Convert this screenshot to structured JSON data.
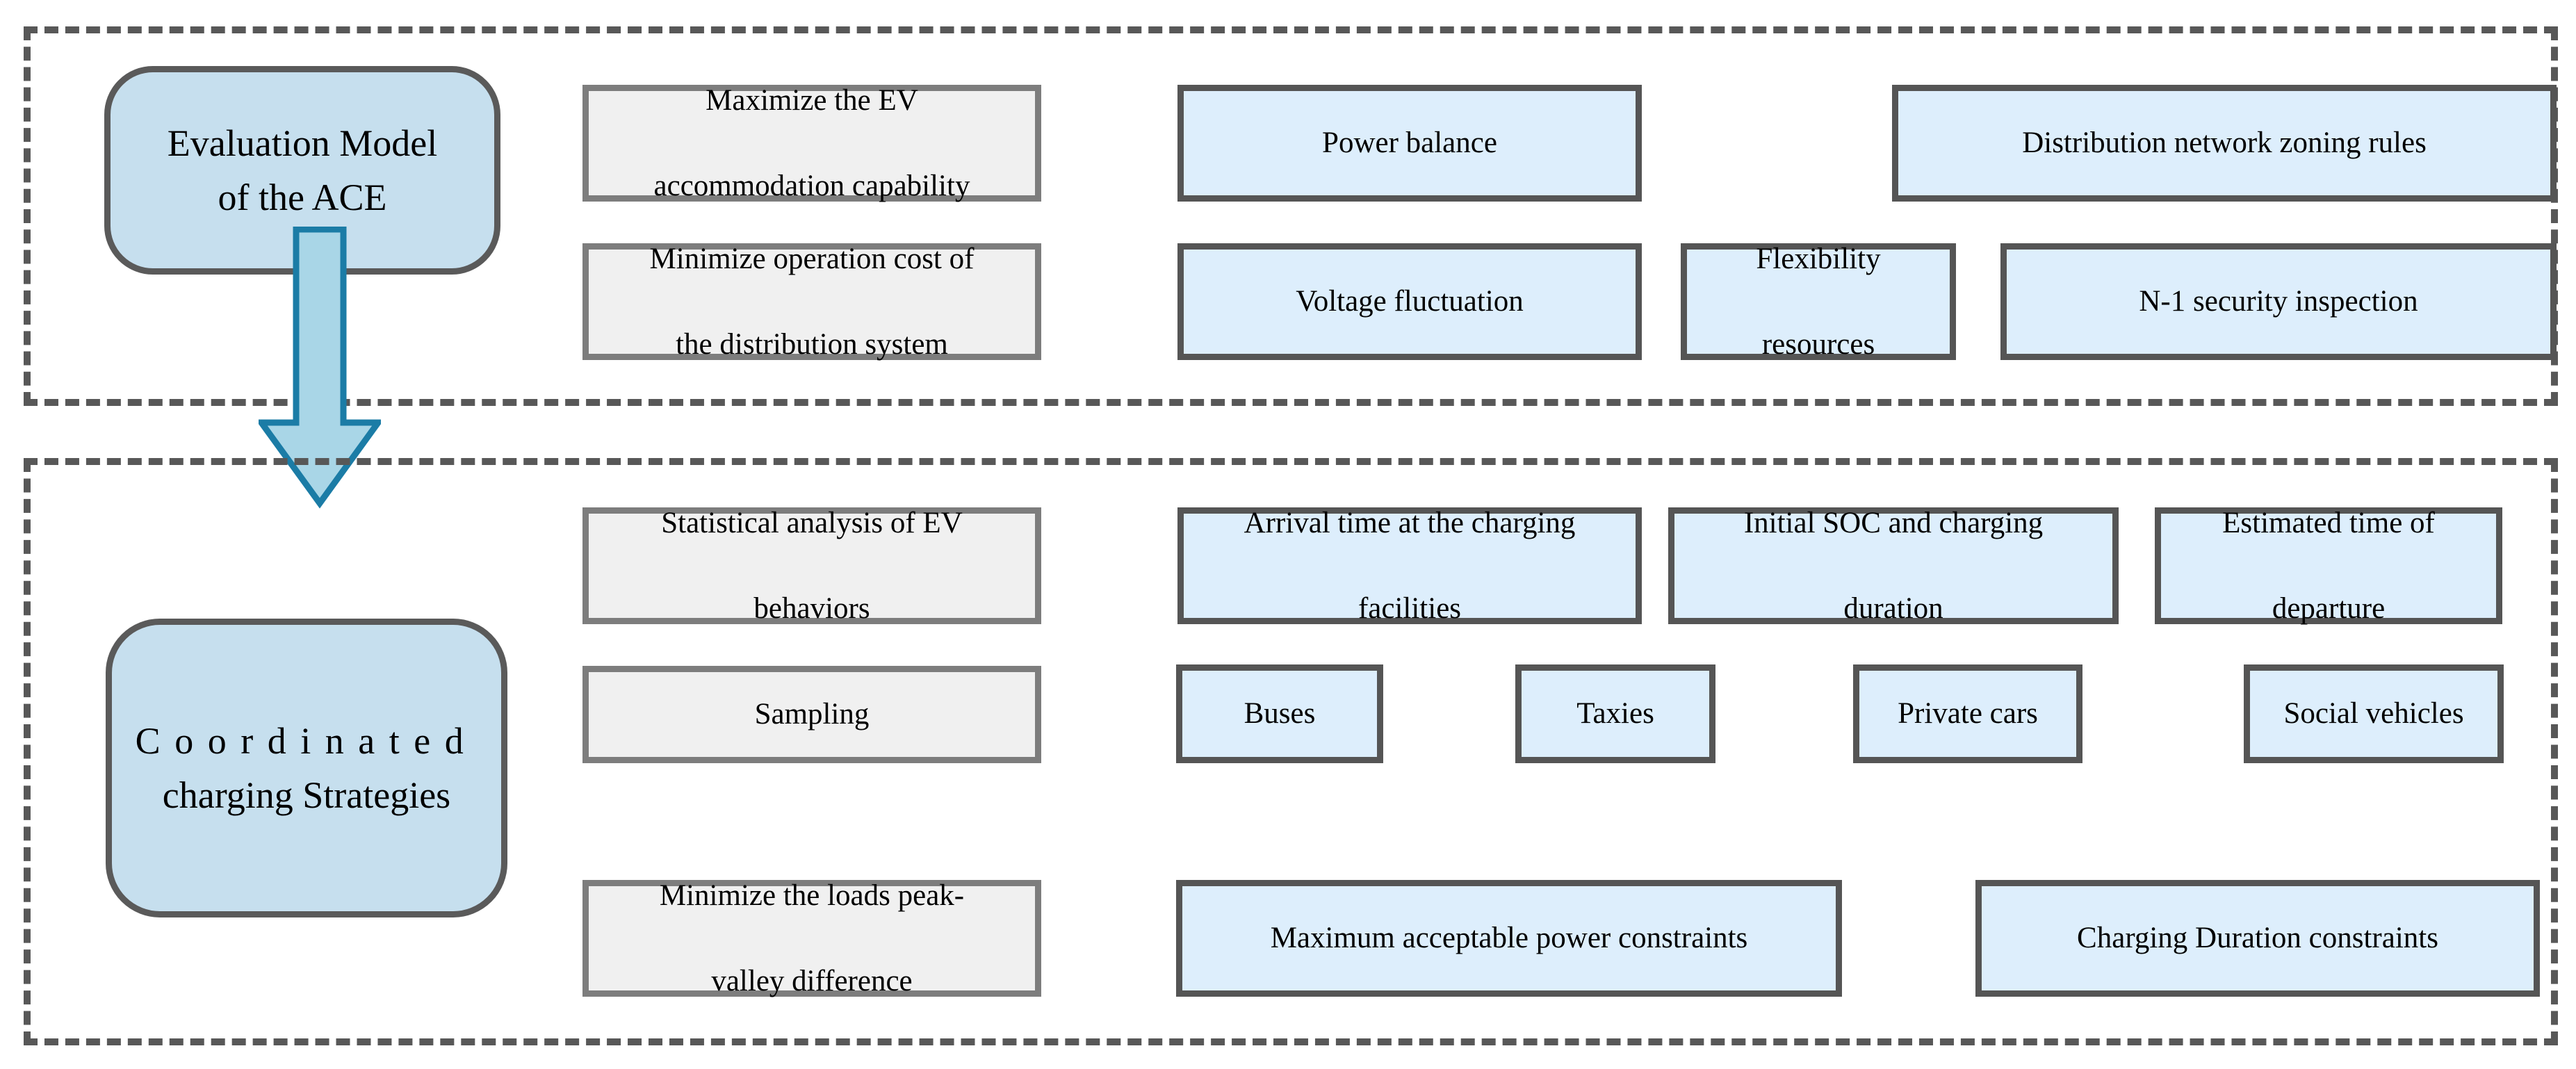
{
  "diagram": {
    "title_semantic": "evaluation-and-coordinated-charging-framework",
    "colors": {
      "panel_border": "#585858",
      "stage_fill": "#c6dfee",
      "stage_border": "#5a5a5a",
      "grey_item_fill": "#f0f0f0",
      "grey_item_border": "#7d7d7d",
      "blue_item_fill": "#ddeefc",
      "blue_item_border": "#555555",
      "arrow_fill": "#a9d6e7",
      "arrow_border": "#1b7ca6"
    }
  },
  "panels": [
    {
      "name": "evaluation-panel",
      "stage": {
        "line1": "Evaluation Model",
        "line2": "of the ACE"
      },
      "items": [
        {
          "id": "maximize-ev-accommodation",
          "style": "grey",
          "line1": "Maximize the EV",
          "line2": "accommodation capability"
        },
        {
          "id": "power-balance",
          "style": "blue",
          "line1": "Power balance",
          "line2": ""
        },
        {
          "id": "distribution-network-zoning-rules",
          "style": "blue",
          "line1": "Distribution network zoning rules",
          "line2": ""
        },
        {
          "id": "minimize-operation-cost",
          "style": "grey",
          "line1": "Minimize operation cost of",
          "line2": "the distribution system"
        },
        {
          "id": "voltage-fluctuation",
          "style": "blue",
          "line1": "Voltage fluctuation",
          "line2": ""
        },
        {
          "id": "flexibility-resources",
          "style": "blue",
          "line1": "Flexibility",
          "line2": "resources"
        },
        {
          "id": "n-1-security-inspection",
          "style": "blue",
          "line1": "N-1 security inspection",
          "line2": ""
        }
      ]
    },
    {
      "name": "coordinated-charging-panel",
      "stage": {
        "line1": "Coordinated",
        "line2": "charging Strategies"
      },
      "items": [
        {
          "id": "statistical-analysis-of-ev-behaviors",
          "style": "grey",
          "line1": "Statistical analysis of EV",
          "line2": "behaviors"
        },
        {
          "id": "arrival-time-at-charging-facilities",
          "style": "blue",
          "line1": "Arrival time at the charging",
          "line2": "facilities"
        },
        {
          "id": "initial-soc-and-charging-duration",
          "style": "blue",
          "line1": "Initial SOC and charging",
          "line2": "duration"
        },
        {
          "id": "estimated-time-of-departure",
          "style": "blue",
          "line1": "Estimated time of",
          "line2": "departure"
        },
        {
          "id": "sampling",
          "style": "grey",
          "line1": "Sampling",
          "line2": ""
        },
        {
          "id": "buses",
          "style": "blue",
          "line1": "Buses",
          "line2": ""
        },
        {
          "id": "taxies",
          "style": "blue",
          "line1": "Taxies",
          "line2": ""
        },
        {
          "id": "private-cars",
          "style": "blue",
          "line1": "Private cars",
          "line2": ""
        },
        {
          "id": "social-vehicles",
          "style": "blue",
          "line1": "Social vehicles",
          "line2": ""
        },
        {
          "id": "minimize-loads-peak-valley-difference",
          "style": "grey",
          "line1": "Minimize the loads peak-",
          "line2": "valley difference"
        },
        {
          "id": "maximum-acceptable-power-constraints",
          "style": "blue",
          "line1": "Maximum acceptable power constraints",
          "line2": ""
        },
        {
          "id": "charging-duration-constraints",
          "style": "blue",
          "line1": "Charging Duration constraints",
          "line2": ""
        }
      ]
    }
  ],
  "connector": {
    "name": "down-arrow",
    "from": "evaluation-panel",
    "to": "coordinated-charging-panel"
  }
}
